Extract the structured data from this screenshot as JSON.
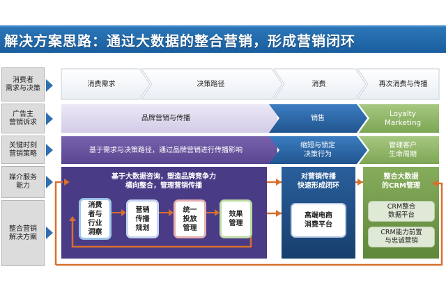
{
  "title": "解决方案思路：通过大数据的整合营销，形成营销闭环",
  "row_labels": [
    "消费者\n需求与决策",
    "广告主\n营销诉求",
    "关键时刻\n营销策略",
    "媒介服务\n能力",
    "整合营销\n解决方案"
  ],
  "stages": [
    "消费需求",
    "决策路径",
    "消费",
    "再次消费与传播"
  ],
  "demands": {
    "brand": "品牌营销与传播",
    "sales": "销售",
    "loyalty": "Loyalty\nMarketing"
  },
  "strategies": {
    "brand": "基于需求与决策路径，通过品牌营销进行传播影响",
    "sales": "缩短与锁定\n决策行为",
    "loyalty": "管理客户\n生命周期"
  },
  "media": {
    "left": "基于大数据咨询，塑造品牌竞争力\n横向整合，管理营销传播",
    "middle": "对营销传播\n快速形成闭环",
    "right": "整合大数据\n的CRM管理"
  },
  "process_steps": [
    "消费\n者与\n行业\n洞察",
    "营销\n传播\n规划",
    "统一\n投放\n管理",
    "效果\n管理"
  ],
  "ecommerce_box": "高端电商\n消费平台",
  "crm_boxes": [
    "CRM整合\n数据平台",
    "CRM能力前置\n与忠诚营销"
  ],
  "colors": {
    "banner": "#1f69a9",
    "brand_band": "#dcd5ec",
    "strategy_band": "#6b55a0",
    "media_band": "#4a3b87",
    "sales_blue": "#2f6fb0",
    "sales_dark": "#1c4f86",
    "loyalty_green": "#93b86b",
    "loyalty_dark": "#6f9a47",
    "loop_orange": "#d86f2d"
  }
}
